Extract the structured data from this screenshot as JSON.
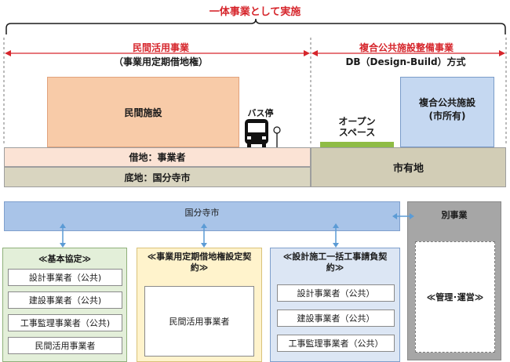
{
  "top": {
    "title": "一体事業として実施",
    "left_header": "民間活用事業",
    "left_sub": "（事業用定期借地権）",
    "right_header": "複合公共施設整備事業",
    "right_sub": "DB（Design-Build）方式"
  },
  "site": {
    "private_facility": "民間施設",
    "bus_stop": "バス停",
    "open_space_line1": "オープン",
    "open_space_line2": "スペース",
    "complex_line1": "複合公共施設",
    "complex_line2": "(市所有)",
    "leased_land": "借地：事業者",
    "base_land": "底地：国分寺市",
    "city_land": "市有地"
  },
  "org": {
    "city": "国分寺市",
    "separate_business": "別事業",
    "management": "≪管理･運営≫",
    "box1": {
      "title": "≪基本協定≫",
      "items": [
        "設計事業者（公共)",
        "建設事業者（公共)",
        "工事監理事業者（公共)",
        "民間活用事業者"
      ]
    },
    "box2": {
      "title_line1": "≪事業用定期借地権設定契",
      "title_line2": "約≫",
      "items": [
        "民間活用事業者"
      ]
    },
    "box3": {
      "title_line1": "≪設計施工一括工事請負契",
      "title_line2": "約≫",
      "items": [
        "設計事業者（公共）",
        "建設事業者（公共）",
        "工事監理事業者（公共）"
      ]
    }
  },
  "colors": {
    "red": "#d6262c",
    "private_facility": "#f8cba8",
    "complex": "#c5d8f1",
    "city_bar": "#a9c4e8",
    "box1": "#e3efd9",
    "box2": "#fff3cc",
    "box3": "#dce6f4",
    "gray_box": "#a6a6a6",
    "leased_land": "#fbe3d5",
    "base_land": "#d9d5c0",
    "city_land": "#d2cdb6",
    "arrow": "#5b9bd5",
    "open_space": "#8fbc45"
  }
}
